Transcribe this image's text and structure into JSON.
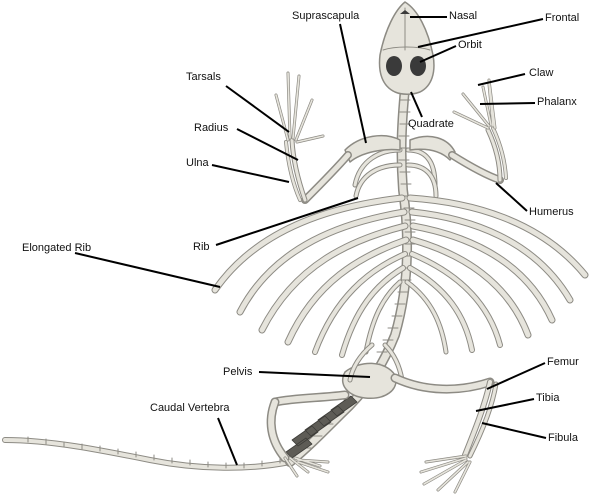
{
  "labels": {
    "nasal": "Nasal",
    "frontal": "Frontal",
    "orbit": "Orbit",
    "suprascapula": "Suprascapula",
    "tarsals": "Tarsals",
    "claw": "Claw",
    "phalanx": "Phalanx",
    "radius": "Radius",
    "quadrate": "Quadrate",
    "ulna": "Ulna",
    "humerus": "Humerus",
    "elongated_rib": "Elongated Rib",
    "rib": "Rib",
    "pelvis": "Pelvis",
    "femur": "Femur",
    "tibia": "Tibia",
    "caudal_vertebra": "Caudal Vertebra",
    "fibula": "Fibula"
  },
  "colors": {
    "bone": "#e6e4dc",
    "bone_outline": "#8d8b84",
    "bone_shadow": "#b9b7ae",
    "leader": "#000000",
    "orbit": "#3a3a3a"
  }
}
